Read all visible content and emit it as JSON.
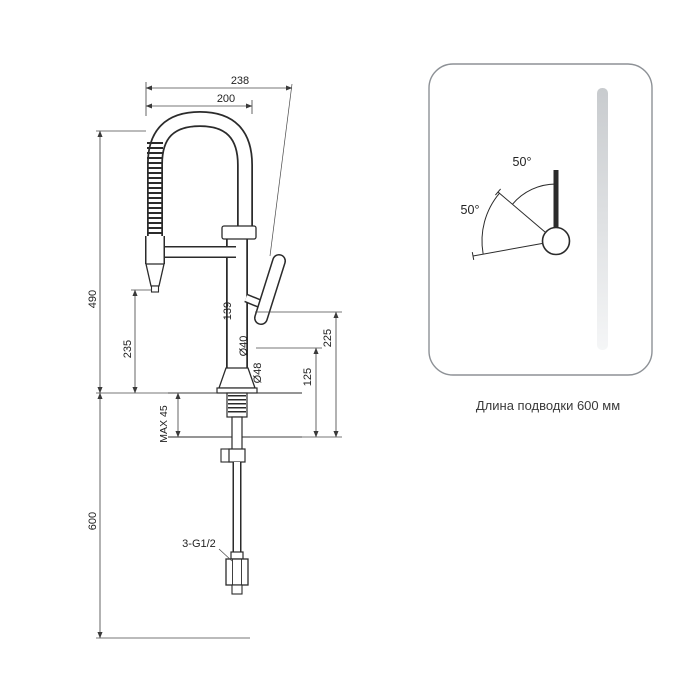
{
  "drawing": {
    "dimensions": {
      "overall_depth": "238",
      "spout_reach": "200",
      "spout_height": "490",
      "outlet_height": "235",
      "dim_139": "139",
      "body_diameter": "Ø40",
      "base_diameter": "Ø48",
      "dim_125": "125",
      "dim_225": "225",
      "max_counter_thickness": "MAX 45",
      "under_counter_length": "600",
      "thread_label": "3-G1/2"
    },
    "rotation": {
      "angle_upper": "50°",
      "angle_lower": "50°"
    },
    "caption": "Длина подводки 600 мм"
  }
}
